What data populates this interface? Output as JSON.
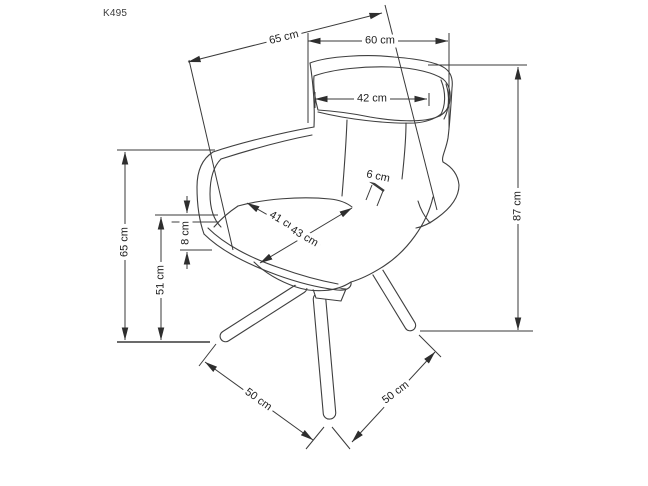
{
  "title": "K495",
  "unit": "cm",
  "colors": {
    "line": "#3f3f3f",
    "text": "#1d1d1d",
    "background": "#ffffff"
  },
  "dims": {
    "backrest_diagonal": "65 cm",
    "overall_width": "60 cm",
    "headrest_width": "42 cm",
    "overall_height": "87 cm",
    "armrest_height": "65 cm",
    "seat_height": "51 cm",
    "cushion_thickness": "8 cm",
    "seat_depth": "41 cm",
    "seat_width": "43 cm",
    "armrest_thickness": "6 cm",
    "base_spread_left": "50 cm",
    "base_spread_right": "50 cm"
  },
  "dimensions_list": [
    {
      "id": "backrest_diagonal",
      "label": "65 cm"
    },
    {
      "id": "overall_width",
      "label": "60 cm"
    },
    {
      "id": "headrest_width",
      "label": "42 cm"
    },
    {
      "id": "overall_height",
      "label": "87 cm"
    },
    {
      "id": "armrest_height",
      "label": "65 cm"
    },
    {
      "id": "seat_height",
      "label": "51 cm"
    },
    {
      "id": "cushion_thickness",
      "label": "8 cm"
    },
    {
      "id": "seat_depth",
      "label": "41 cm"
    },
    {
      "id": "seat_width",
      "label": "43 cm"
    },
    {
      "id": "armrest_thickness",
      "label": "6 cm"
    },
    {
      "id": "base_spread_left",
      "label": "50 cm"
    },
    {
      "id": "base_spread_right",
      "label": "50 cm"
    }
  ]
}
